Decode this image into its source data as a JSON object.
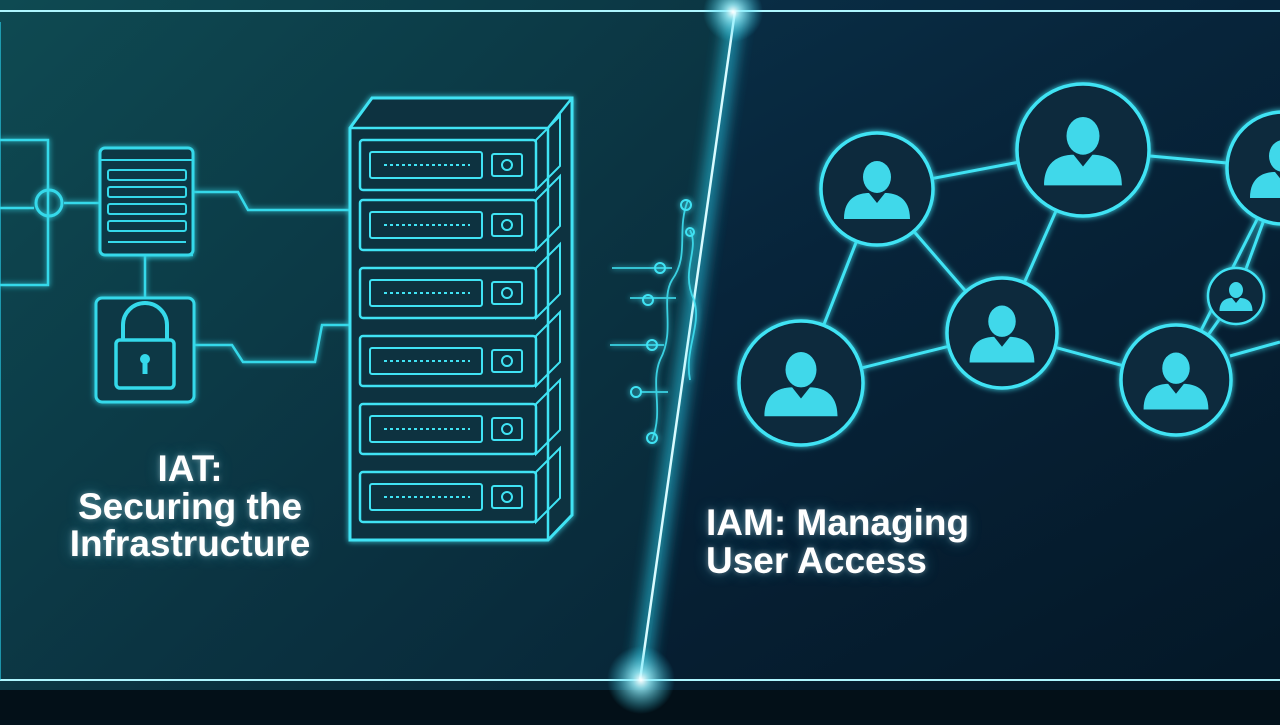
{
  "left_panel": {
    "title_line1": "IAT:",
    "title_line2": "Securing the",
    "title_line3": "Infrastructure"
  },
  "right_panel": {
    "title_line1": "IAM: Managing",
    "title_line2": "User Access"
  },
  "icons": {
    "server_rack": "server-rack-icon",
    "server_unit": "server-unit-icon",
    "padlock": "padlock-icon",
    "document_server": "document-server-icon",
    "user": "user-icon"
  },
  "colors": {
    "background_left": "#0d3a4a",
    "background_right": "#061c2e",
    "glow": "#29d3f0",
    "outline": "#3fe3f4",
    "user_fill": "#40d8ea",
    "text": "#ffffff"
  }
}
